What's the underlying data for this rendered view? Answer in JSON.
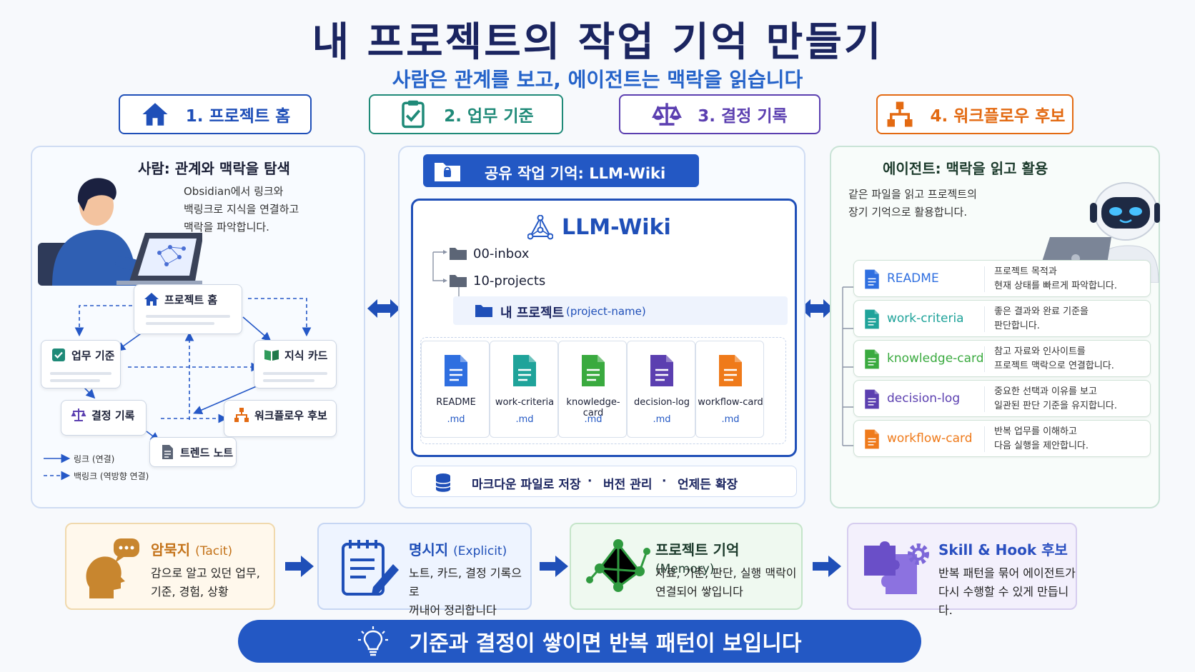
{
  "title": "내 프로젝트의 작업 기억 만들기",
  "subtitle": "사람은 관계를 보고, 에이전트는 맥락을 읽습니다",
  "steps": [
    {
      "label": "1. 프로젝트 홈",
      "color": "#1f4fb8",
      "icon": "home-icon"
    },
    {
      "label": "2. 업무 기준",
      "color": "#1f8a78",
      "icon": "checklist-icon"
    },
    {
      "label": "3. 결정 기록",
      "color": "#5b3fb0",
      "icon": "scale-icon"
    },
    {
      "label": "4. 워크플로우 후보",
      "color": "#e36a12",
      "icon": "workflow-icon"
    }
  ],
  "human_panel": {
    "heading": "사람: 관계와 맥락을 탐색",
    "desc": [
      "Obsidian에서 링크와",
      "백링크로 지식을 연결하고",
      "맥락을 파악합니다."
    ],
    "nodes": {
      "home": "프로젝트 홈",
      "criteria": "업무 기준",
      "knowledge": "지식 카드",
      "decision": "결정 기록",
      "workflow": "워크플로우 후보",
      "trend": "트렌드 노트"
    },
    "legend": {
      "link": "링크 (연결)",
      "backlink": "백링크 (역방향 연결)"
    }
  },
  "wiki_panel": {
    "tab": "공유 작업 기억: LLM-Wiki",
    "logo": "LLM-Wiki",
    "folders": [
      "00-inbox",
      "10-projects"
    ],
    "project_folder": "내 프로젝트",
    "project_folder_sub": "(project-name)",
    "files": [
      {
        "name": "README",
        "ext": ".md",
        "color": "#2f6fe0"
      },
      {
        "name": "work-criteria",
        "ext": ".md",
        "color": "#1fa39a"
      },
      {
        "name": "knowledge-card",
        "ext": ".md",
        "color": "#3aaa3f"
      },
      {
        "name": "decision-log",
        "ext": ".md",
        "color": "#5b3fb0"
      },
      {
        "name": "workflow-card",
        "ext": ".md",
        "color": "#ef7a1a"
      }
    ],
    "footer": [
      "마크다운 파일로 저장",
      "버전 관리",
      "언제든 확장"
    ]
  },
  "agent_panel": {
    "heading": "에이전트: 맥락을 읽고 활용",
    "desc": [
      "같은 파일을 읽고 프로젝트의",
      "장기 기억으로 활용합니다."
    ],
    "cards": [
      {
        "name": "README",
        "color": "#2f6fe0",
        "d1": "프로젝트 목적과",
        "d2": "현재 상태를 빠르게 파악합니다."
      },
      {
        "name": "work-criteria",
        "color": "#1fa39a",
        "d1": "좋은 결과와 완료 기준을",
        "d2": "판단합니다."
      },
      {
        "name": "knowledge-card",
        "color": "#3aaa3f",
        "d1": "참고 자료와 인사이트를",
        "d2": "프로젝트 맥락으로 연결합니다."
      },
      {
        "name": "decision-log",
        "color": "#5b3fb0",
        "d1": "중요한 선택과 이유를 보고",
        "d2": "일관된 판단 기준을 유지합니다."
      },
      {
        "name": "workflow-card",
        "color": "#ef7a1a",
        "d1": "반복 업무를 이해하고",
        "d2": "다음 실행을 제안합니다."
      }
    ]
  },
  "flow": [
    {
      "title": "암묵지",
      "title_en": "(Tacit)",
      "l1": "감으로 알고 있던 업무,",
      "l2": "기준, 경험, 상황",
      "color": "#c4731a"
    },
    {
      "title": "명시지",
      "title_en": "(Explicit)",
      "l1": "노트, 카드, 결정 기록으로",
      "l2": "꺼내어 정리합니다",
      "color": "#1f4fb8"
    },
    {
      "title": "프로젝트 기억",
      "title_en": "(Memory)",
      "l1": "자료, 기준, 판단, 실행 맥락이",
      "l2": "연결되어 쌓입니다",
      "color": "#1c3b2c"
    },
    {
      "title": "Skill & Hook 후보",
      "title_en": "",
      "l1": "반복 패턴을 묶어 에이전트가",
      "l2": "다시 수행할 수 있게 만듭니다.",
      "color": "#2a4fc0"
    }
  ],
  "banner": "기준과 결정이 쌓이면 반복 패턴이 보입니다"
}
